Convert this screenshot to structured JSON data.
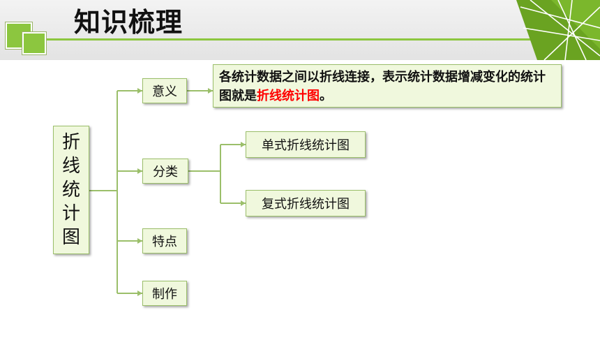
{
  "header": {
    "title": "知识梳理"
  },
  "root": {
    "chars": [
      "折",
      "线",
      "统",
      "计",
      "图"
    ]
  },
  "branches": {
    "meaning": "意义",
    "category": "分类",
    "feature": "特点",
    "making": "制作"
  },
  "definition": {
    "text_before": "各统计数据之间以折线连接，表示统计数据增减变化的统计图就是",
    "highlight": "折线统计图",
    "text_after": "。",
    "highlight_color": "#ff0000"
  },
  "categories": {
    "single": "单式折线统计图",
    "compound": "复式折线统计图"
  },
  "colors": {
    "accent_green": "#8cc63f",
    "node_fill": "#f0f8dd",
    "node_border": "#9bbf6a"
  }
}
